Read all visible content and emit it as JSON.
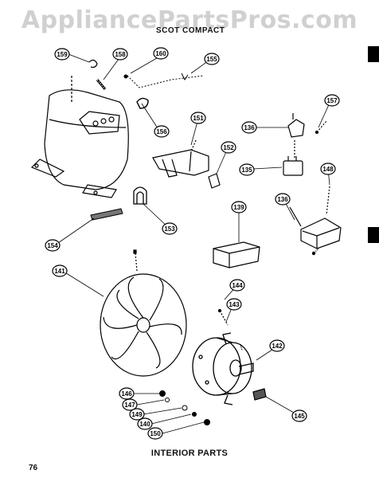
{
  "watermark": "AppliancePartsPros.com",
  "header": {
    "subtitle": "SCOT COMPACT"
  },
  "caption": "INTERIOR PARTS",
  "page_number": "76",
  "callouts": {
    "c159": "159",
    "c158": "158",
    "c160": "160",
    "c155": "155",
    "c156": "156",
    "c157": "157",
    "c151": "151",
    "c152": "152",
    "c136a": "136",
    "c135": "135",
    "c148": "148",
    "c153": "153",
    "c154": "154",
    "c139": "139",
    "c136b": "136",
    "c141": "141",
    "c144": "144",
    "c143": "143",
    "c142": "142",
    "c145": "145",
    "c146": "146",
    "c147": "147",
    "c149": "149",
    "c140": "140",
    "c150": "150"
  }
}
